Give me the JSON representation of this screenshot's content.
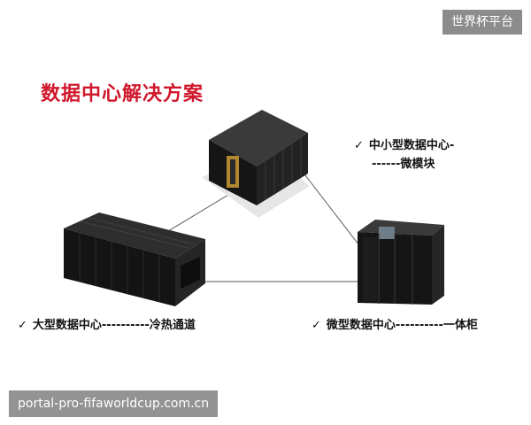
{
  "badge": {
    "text": "世界杯平台"
  },
  "slide": {
    "title": "数据中心解决方案",
    "items": [
      {
        "check": "✓",
        "line1": "中小型数据中心-",
        "line2": "------微模块"
      },
      {
        "check": "✓",
        "text": "大型数据中心----------冷热通道"
      },
      {
        "check": "✓",
        "text": "微型数据中心----------一体柜"
      }
    ]
  },
  "watermark": {
    "text": "portal-pro-fifaworldcup.com.cn"
  },
  "colors": {
    "title": "#d0172c",
    "cabinet": "#1b1b1b",
    "line": "#555555"
  }
}
